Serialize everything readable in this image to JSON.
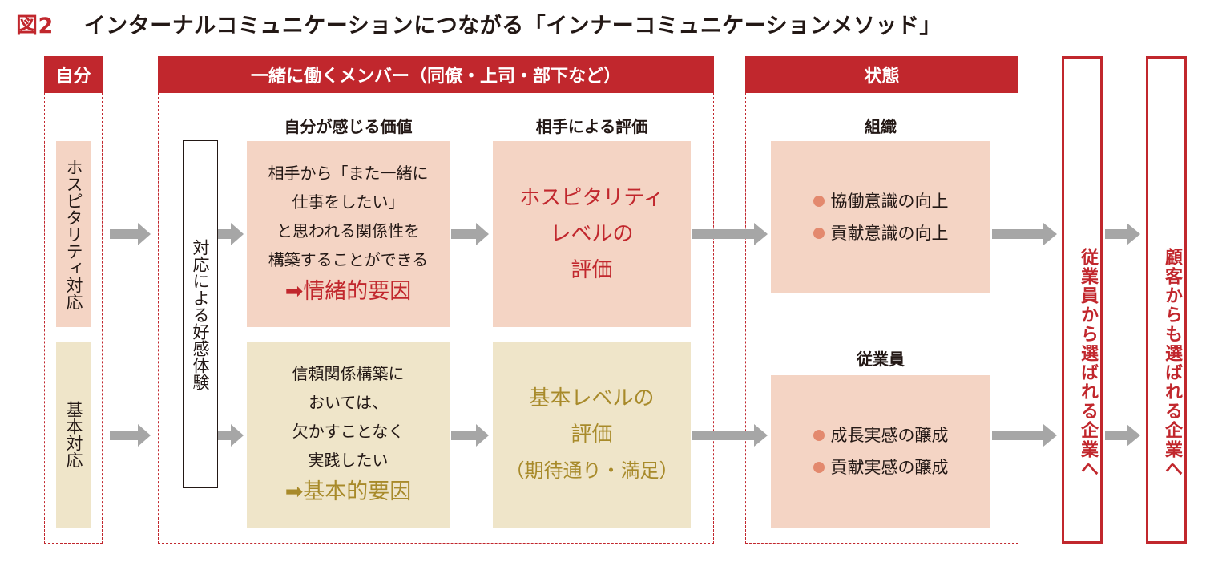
{
  "title": {
    "fig_number": "図2",
    "text": "インターナルコミュニケーションにつながる「インナーコミュニケーションメソッド」"
  },
  "headers": {
    "self": "自分",
    "members": "一緒に働くメンバー（同僚・上司・部下など）",
    "state": "状態"
  },
  "self_items": {
    "hospitality": "ホスピタリティ対応",
    "basic": "基本対応"
  },
  "favorable_experience": "対応による好感体験",
  "columns": {
    "self_value": "自分が感じる価値",
    "partner_eval": "相手による評価"
  },
  "value_top": {
    "lines": [
      "相手から「また一緒に",
      "仕事をしたい」",
      "と思われる関係性を",
      "構築することができる"
    ],
    "factor": "➡情緒的要因"
  },
  "value_bottom": {
    "lines": [
      "信頼関係構築に",
      "おいては、",
      "欠かすことなく",
      "実践したい"
    ],
    "factor": "➡基本的要因"
  },
  "eval_top": [
    "ホスピタリティ",
    "レベルの",
    "評価"
  ],
  "eval_bottom": [
    "基本レベルの",
    "評価",
    "（期待通り・満足）"
  ],
  "state": {
    "org_label": "組織",
    "org_items": [
      "協働意識の向上",
      "貢献意識の向上"
    ],
    "emp_label": "従業員",
    "emp_items": [
      "成長実感の醸成",
      "貢献実感の醸成"
    ]
  },
  "outcomes": {
    "employees": "従業員から選ばれる企業へ",
    "customers": "顧客からも選ばれる企業へ"
  },
  "colors": {
    "accent_red": "#c1272d",
    "pink_box": "#f4d4c4",
    "beige_box": "#efe5c9",
    "arrow_gray": "#a6a6a6",
    "bullet": "#e3896e",
    "gold_text": "#a88a2a"
  },
  "icons": {
    "arrow": "right-arrow-icon",
    "bullet": "bullet-dot-icon"
  }
}
